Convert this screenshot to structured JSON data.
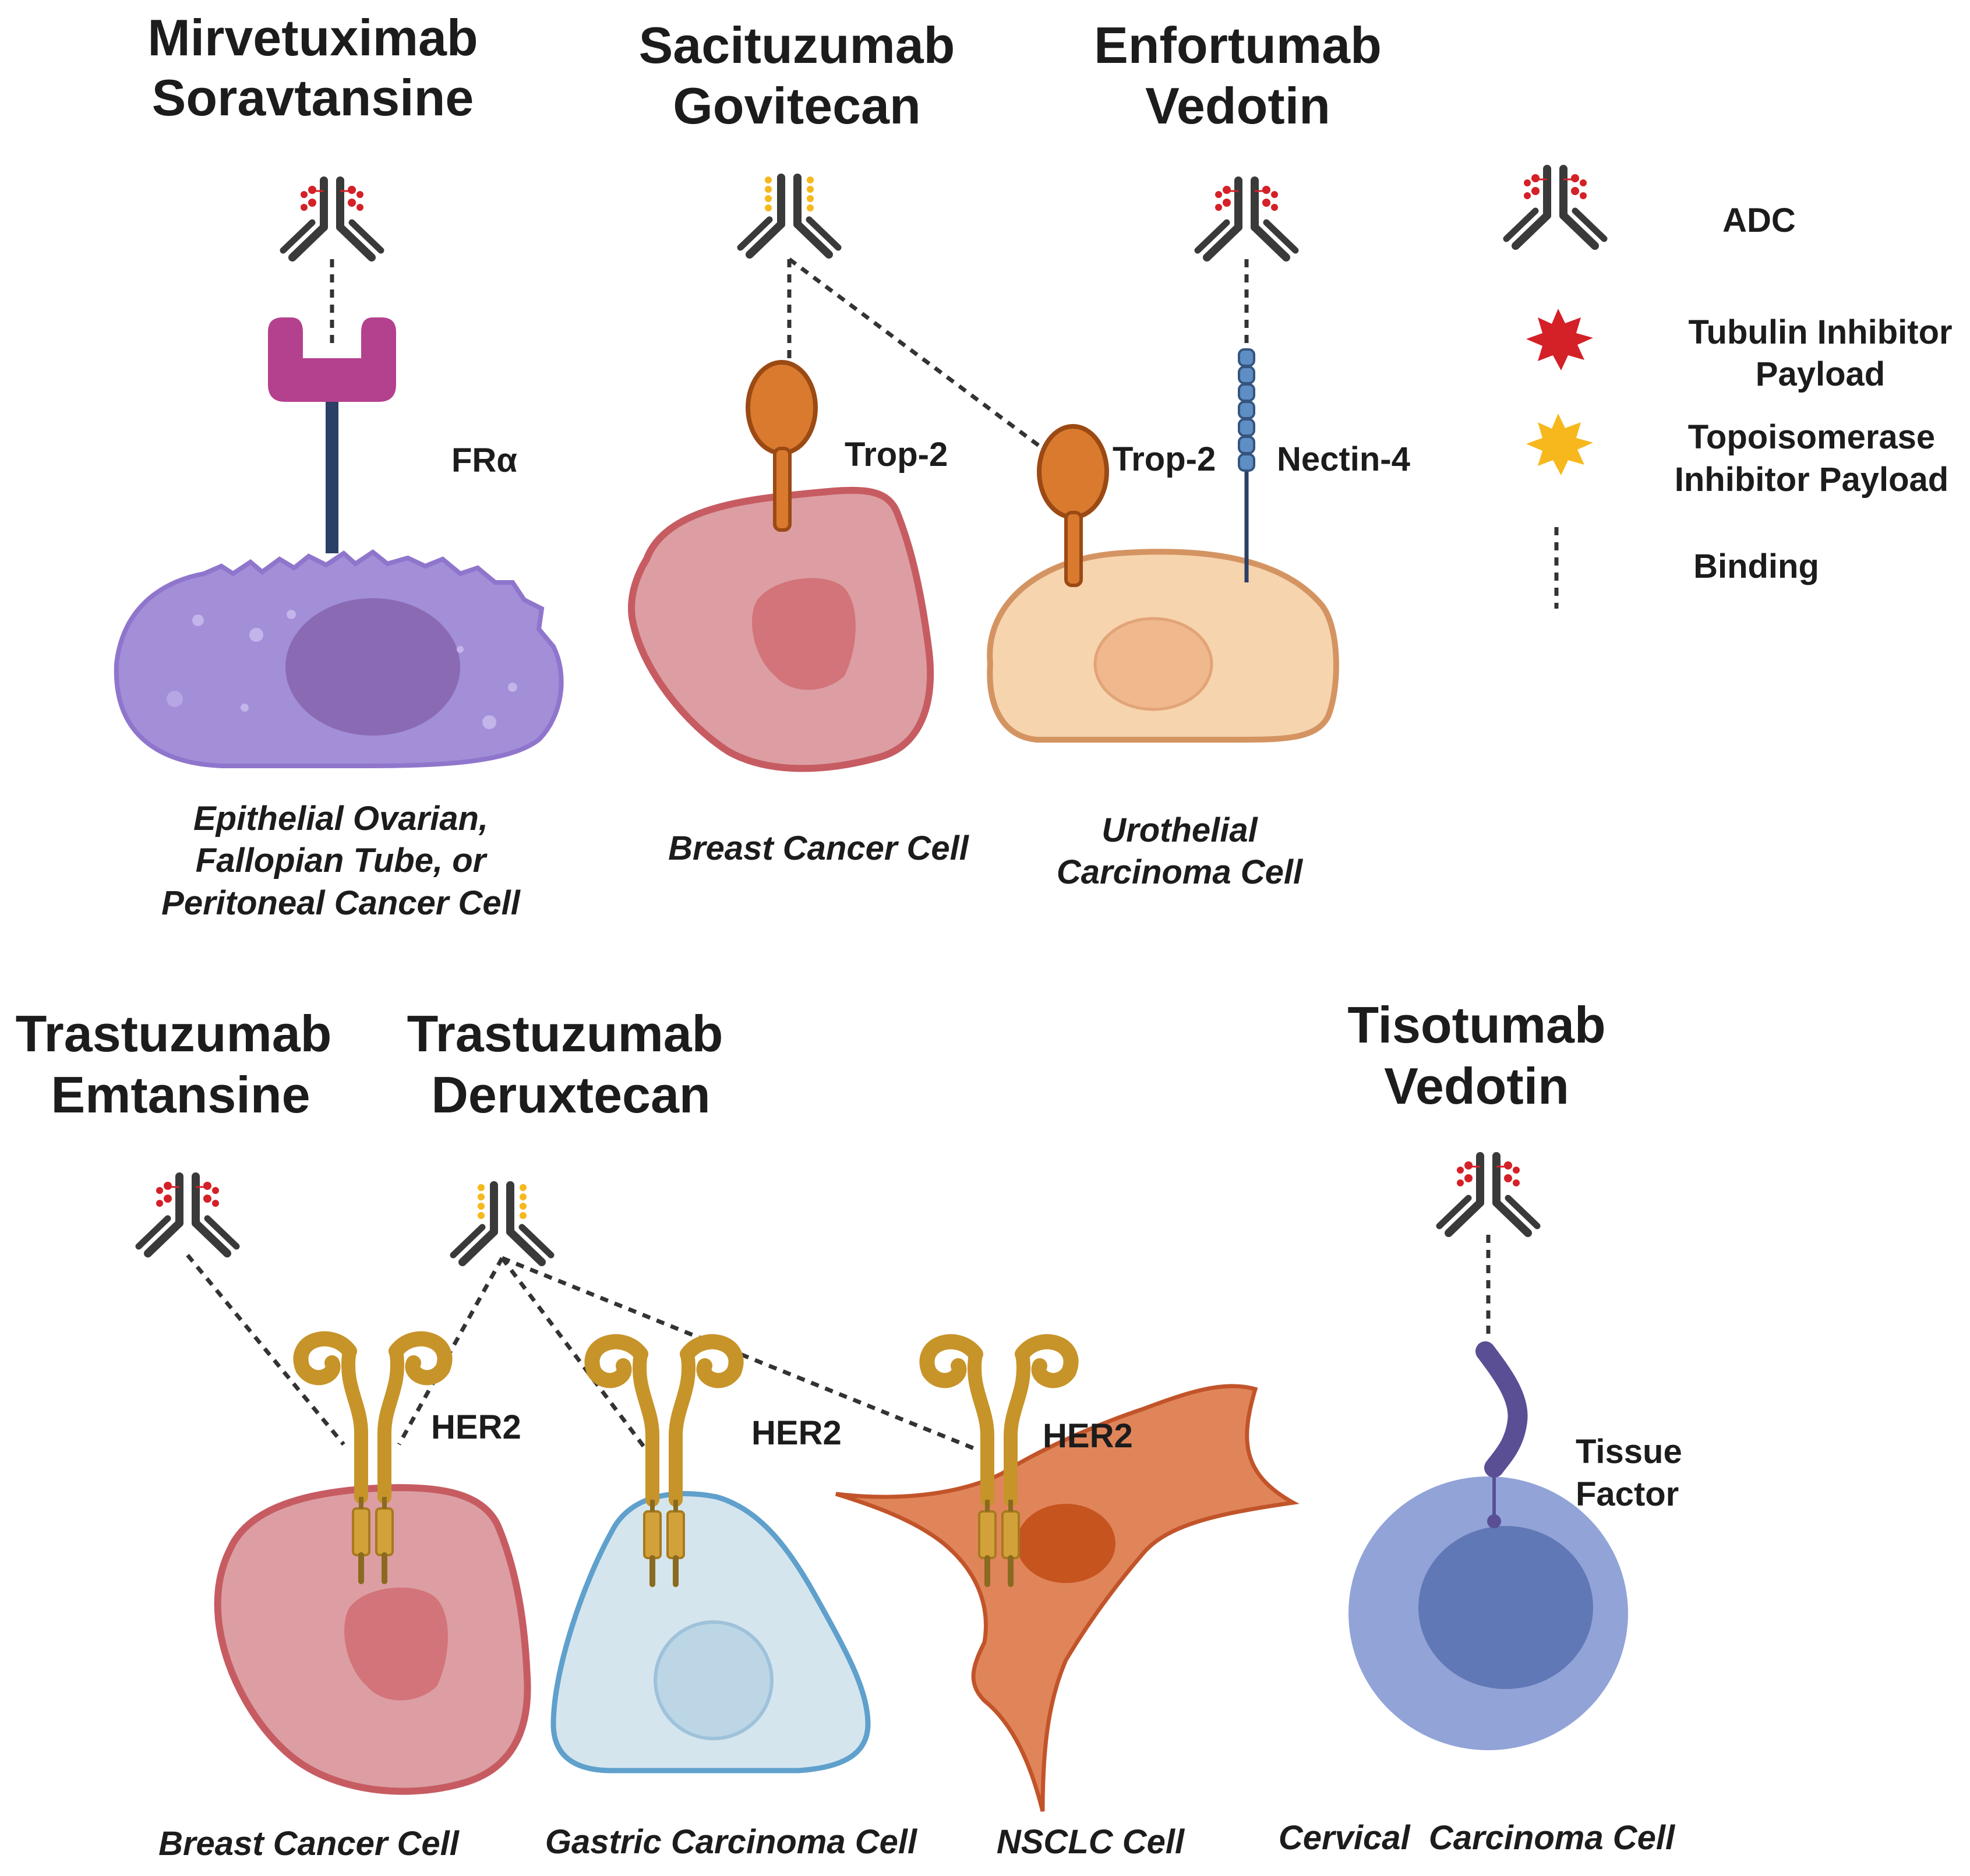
{
  "drugs": {
    "mirvetuximab": {
      "line1": "Mirvetuximab",
      "line2": "Soravtansine"
    },
    "sacituzumab": {
      "line1": "Sacituzumab",
      "line2": "Govitecan"
    },
    "enfortumab": {
      "line1": "Enfortumab",
      "line2": "Vedotin"
    },
    "trastuzumab_emtansine": {
      "line1": "Trastuzumab",
      "line2": "Emtansine"
    },
    "trastuzumab_deruxtecan": {
      "line1": "Trastuzumab",
      "line2": "Deruxtecan"
    },
    "tisotumab": {
      "line1": "Tisotumab",
      "line2": "Vedotin"
    }
  },
  "receptors": {
    "fra": "FRα",
    "trop2_breast": "Trop-2",
    "trop2_urothelial": "Trop-2",
    "nectin4": "Nectin-4",
    "her2_breast": "HER2",
    "her2_gastric": "HER2",
    "her2_nsclc": "HER2",
    "tissue_factor_line1": "Tissue",
    "tissue_factor_line2": "Factor"
  },
  "cells": {
    "ovarian": {
      "line1": "Epithelial Ovarian,",
      "line2": "Fallopian Tube, or",
      "line3": "Peritoneal Cancer Cell"
    },
    "breast_top": "Breast Cancer Cell",
    "urothelial": {
      "line1": "Urothelial",
      "line2": "Carcinoma Cell"
    },
    "breast_bottom": "Breast Cancer Cell",
    "gastric": "Gastric Carcinoma Cell",
    "nsclc": "NSCLC Cell",
    "cervical": "Cervical  Carcinoma Cell"
  },
  "legend": {
    "adc": "ADC",
    "tubulin_line1": "Tubulin Inhibitor",
    "tubulin_line2": "Payload",
    "topo_line1": "Topoisomerase",
    "topo_line2": "Inhibitor Payload",
    "binding": "Binding"
  },
  "colors": {
    "tubulin_payload": "#d42027",
    "topo_payload": "#f6b81c",
    "antibody": "#3a3a3a",
    "fra_receptor": "#b4418e",
    "trop2": "#d97a2f",
    "nectin4": "#5f8ec4",
    "her2": "#d3a13a",
    "tissue_factor": "#5a4f95",
    "ovarian_cell": "#a38ed8",
    "breast_cell": "#dc9ea2",
    "urothelial_cell": "#f6d4ae",
    "gastric_cell": "#d5e5ee",
    "nsclc_cell": "#e0855a",
    "cervical_cell": "#92a3d8"
  }
}
